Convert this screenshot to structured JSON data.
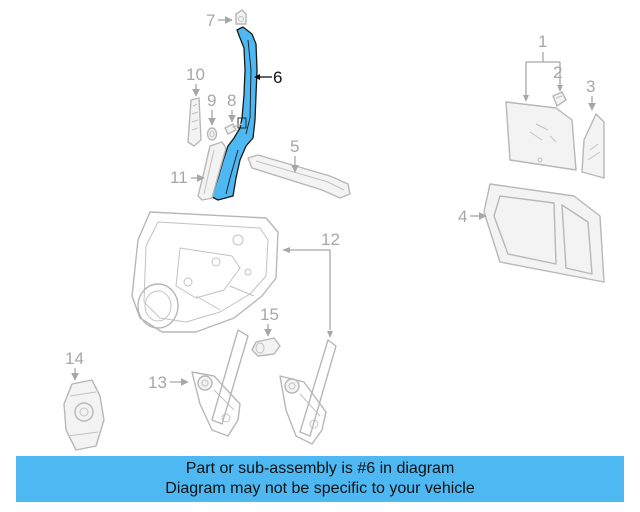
{
  "diagram": {
    "callouts": {
      "c1": "1",
      "c2": "2",
      "c3": "3",
      "c4": "4",
      "c5": "5",
      "c6": "6",
      "c7": "7",
      "c8": "8",
      "c9": "9",
      "c10": "10",
      "c11": "11",
      "c12": "12",
      "c13": "13",
      "c14": "14",
      "c15": "15"
    },
    "highlight_part": "6",
    "colors": {
      "highlight_fill": "#4db8f2",
      "banner": "#4db8f2",
      "line_art": "#b7b7b7"
    }
  },
  "banner": {
    "line1": "Part or sub-assembly is #6 in diagram",
    "line2": "Diagram may not be specific to your vehicle"
  }
}
